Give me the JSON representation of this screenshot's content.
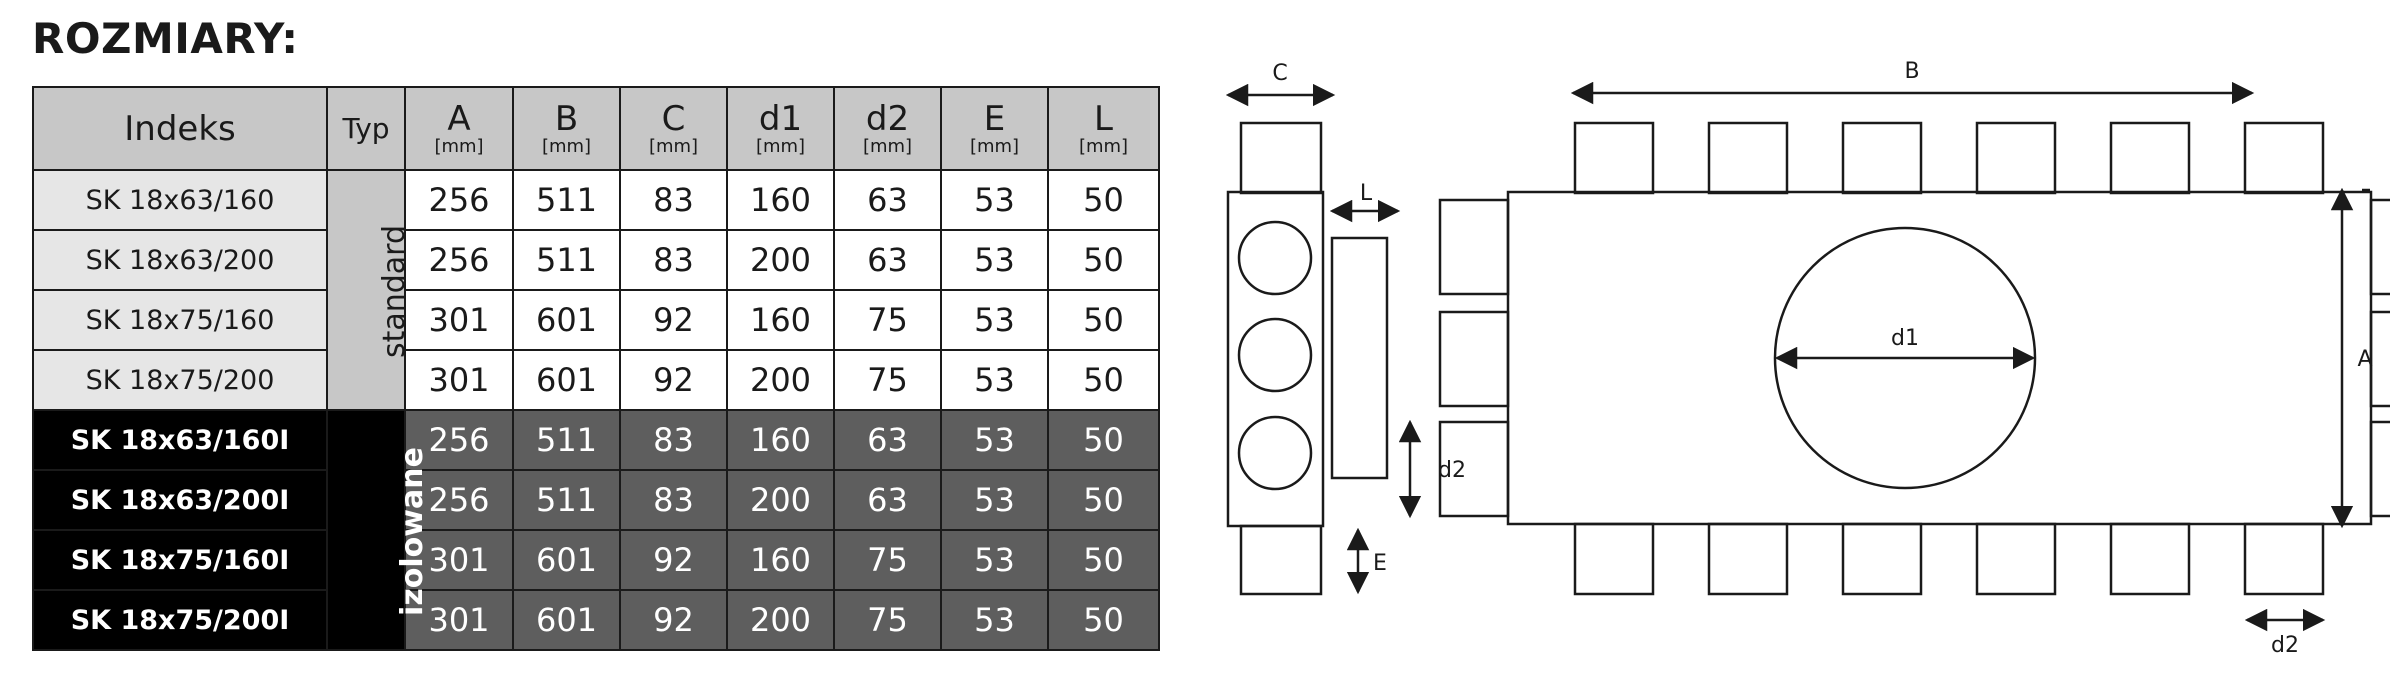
{
  "title": "ROZMIARY:",
  "table": {
    "headers": {
      "index": "Indeks",
      "type": "Typ",
      "columns": [
        {
          "symbol": "A",
          "unit": "[mm]"
        },
        {
          "symbol": "B",
          "unit": "[mm]"
        },
        {
          "symbol": "C",
          "unit": "[mm]"
        },
        {
          "symbol": "d1",
          "unit": "[mm]"
        },
        {
          "symbol": "d2",
          "unit": "[mm]"
        },
        {
          "symbol": "E",
          "unit": "[mm]"
        },
        {
          "symbol": "L",
          "unit": "[mm]"
        }
      ]
    },
    "groups": [
      {
        "type_label": "standard",
        "rows": [
          {
            "index": "SK 18x63/160",
            "values": [
              "256",
              "511",
              "83",
              "160",
              "63",
              "53",
              "50"
            ]
          },
          {
            "index": "SK 18x63/200",
            "values": [
              "256",
              "511",
              "83",
              "200",
              "63",
              "53",
              "50"
            ]
          },
          {
            "index": "SK 18x75/160",
            "values": [
              "301",
              "601",
              "92",
              "160",
              "75",
              "53",
              "50"
            ]
          },
          {
            "index": "SK 18x75/200",
            "values": [
              "301",
              "601",
              "92",
              "200",
              "75",
              "53",
              "50"
            ]
          }
        ]
      },
      {
        "type_label": "izolowane",
        "rows": [
          {
            "index": "SK 18x63/160I",
            "values": [
              "256",
              "511",
              "83",
              "160",
              "63",
              "53",
              "50"
            ]
          },
          {
            "index": "SK 18x63/200I",
            "values": [
              "256",
              "511",
              "83",
              "200",
              "63",
              "53",
              "50"
            ]
          },
          {
            "index": "SK 18x75/160I",
            "values": [
              "301",
              "601",
              "92",
              "160",
              "75",
              "53",
              "50"
            ]
          },
          {
            "index": "SK 18x75/200I",
            "values": [
              "301",
              "601",
              "92",
              "200",
              "75",
              "53",
              "50"
            ]
          }
        ]
      }
    ]
  },
  "drawing": {
    "labels": {
      "C": "C",
      "L": "L",
      "E": "E",
      "B": "B",
      "A": "A",
      "d1": "d1",
      "d2_left": "d2",
      "d2_bottom": "d2"
    }
  }
}
